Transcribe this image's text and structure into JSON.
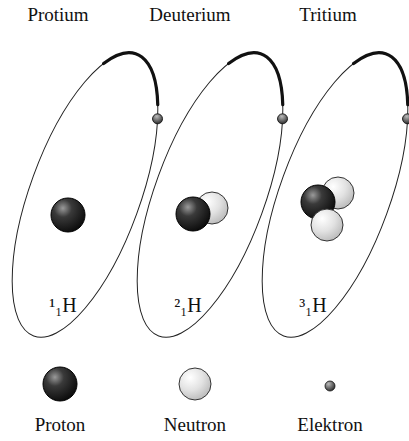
{
  "diagram": {
    "labels": [
      "Protium",
      "Deuterium",
      "Tritium",
      "¹₁H",
      "²₁H",
      "³₁H"
    ],
    "legend": [
      {
        "text": "Proton"
      },
      {
        "text": "Neutron"
      },
      {
        "text": "Elektron"
      }
    ]
  }
}
